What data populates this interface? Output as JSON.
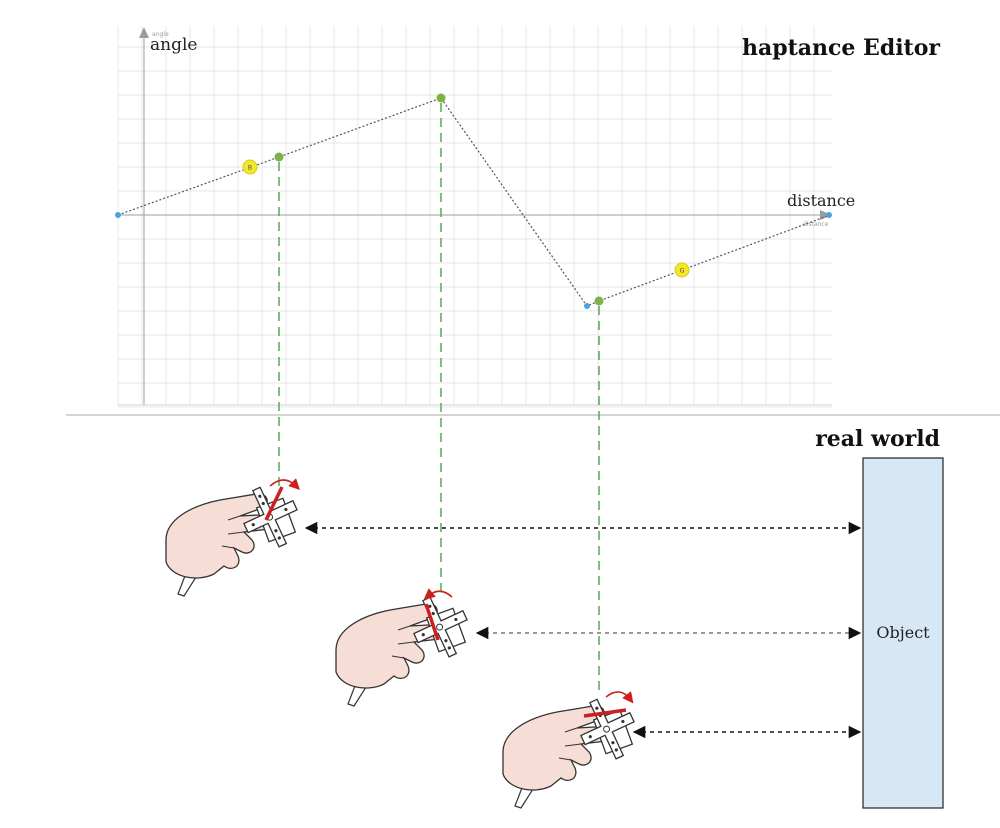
{
  "editor": {
    "title": "haptance Editor",
    "y_axis_label": "angle",
    "y_axis_small_label": "angle",
    "x_axis_label": "distance",
    "x_axis_small_label": "distance",
    "point_markers": [
      "B",
      "G"
    ]
  },
  "real_world": {
    "title": "real world",
    "object_label": "Object"
  },
  "colors": {
    "grid": "#e7e7e7",
    "axis": "#9c9c9c",
    "curve": "#555555",
    "keypoint": "#7cb342",
    "endpoint": "#4aa3df",
    "marker": "#f3e62c",
    "projection": "#4caf50",
    "object_fill": "#d6e8f6",
    "skin": "#f6ddd6",
    "servo_arm": "#cc1f1f"
  },
  "icons": [
    "hand-with-servo-icon"
  ]
}
